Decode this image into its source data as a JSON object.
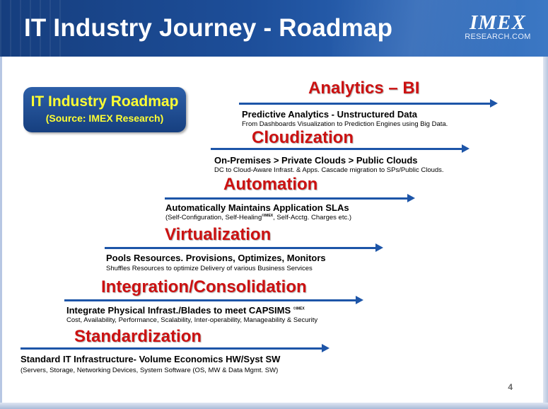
{
  "header": {
    "title": "IT Industry Journey - Roadmap"
  },
  "logo": {
    "name": "IMEX",
    "sub": "RESEARCH.COM"
  },
  "badge": {
    "title": "IT Industry Roadmap",
    "source": "(Source: IMEX Research)"
  },
  "stages": [
    {
      "title": "Analytics – BI",
      "line1": "Predictive Analytics  - Unstructured Data",
      "line2": "From Dashboards Visualization to Prediction Engines using Big Data."
    },
    {
      "title": "Cloudization",
      "line1": "On-Premises > Private Clouds > Public Clouds",
      "line2": "DC to Cloud-Aware Infrast. & Apps. Cascade migration to SPs/Public Clouds."
    },
    {
      "title": "Automation",
      "line1": "Automatically  Maintains Application  SLAs",
      "line2_a": "(Self-Configuration, Self-Healing",
      "line2_sup": "©IMEX",
      "line2_b": ", Self-Acctg. Charges etc.)"
    },
    {
      "title": "Virtualization",
      "line1": "Pools Resources. Provisions, Optimizes, Monitors",
      "line2": "Shuffles Resources to optimize Delivery of various Business Services"
    },
    {
      "title": "Integration/Consolidation",
      "line1": "Integrate Physical  Infrast./Blades to meet CAPSIMS",
      "line1_sup": "©IMEX",
      "line2": "Cost, Availability, Performance, Scalability, Inter-operability, Manageability & Security"
    },
    {
      "title": "Standardization",
      "line1": "Standard IT Infrastructure- Volume Economics  HW/Syst  SW",
      "line2": "(Servers, Storage, Networking Devices, System Software (OS, MW & Data Mgmt.  SW)"
    }
  ],
  "page_number": "4",
  "colors": {
    "header": "#1d4e99",
    "stage_title": "#cc1111",
    "arrow": "#1d55a8",
    "badge_text": "#ffff33"
  }
}
